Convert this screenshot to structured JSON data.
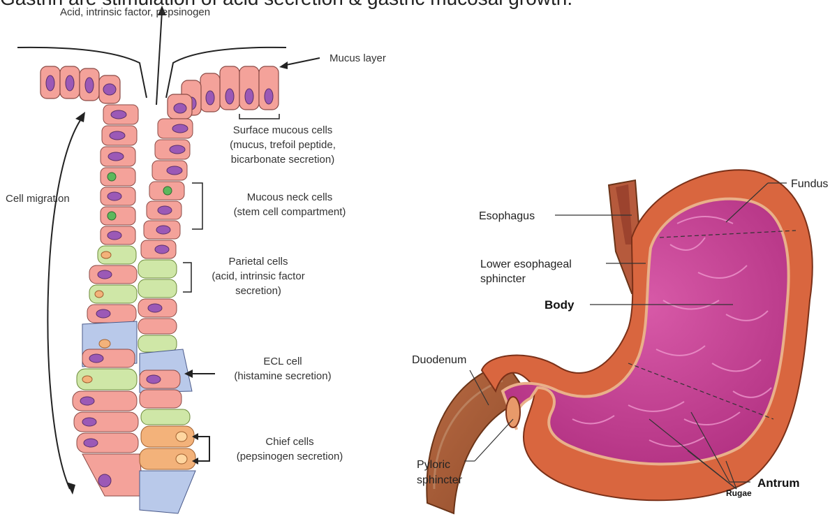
{
  "header_text": "Gastrin are stimulation of acid secretion & gastric mucosal growth.",
  "gland": {
    "top_label": "Acid, intrinsic factor, pepsinogen",
    "mucus_layer": "Mucus layer",
    "cell_migration": "Cell migration",
    "surface": [
      "Surface mucous cells",
      "(mucus, trefoil peptide,",
      "bicarbonate secretion)"
    ],
    "neck": [
      "Mucous neck cells",
      "(stem cell compartment)"
    ],
    "parietal": [
      "Parietal cells",
      "(acid, intrinsic factor",
      "secretion)"
    ],
    "ecl": [
      "ECL cell",
      "(histamine secretion)"
    ],
    "chief": [
      "Chief cells",
      "(pepsinogen secretion)"
    ]
  },
  "stomach": {
    "fundus": "Fundus",
    "esophagus": "Esophagus",
    "les": [
      "Lower esophageal",
      "sphincter"
    ],
    "body": "Body",
    "duodenum": "Duodenum",
    "antrum": "Antrum",
    "pyloric": [
      "Pyloric",
      "sphincter"
    ],
    "rugae": "Rugae"
  },
  "colors": {
    "surface_cell": "#f4a29a",
    "nucleus": "#9b59b6",
    "parietal_cell": "#cfe7a7",
    "ecl_cell": "#b9c9ea",
    "chief_cell": "#f3b27a",
    "stomach_outer": "#d9663f",
    "stomach_inner": "#c53f8f"
  }
}
